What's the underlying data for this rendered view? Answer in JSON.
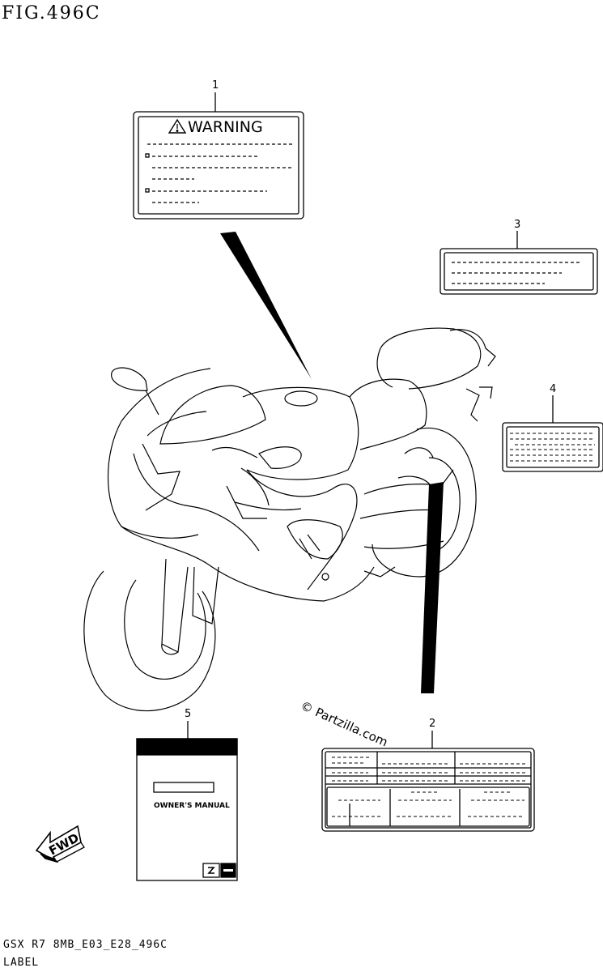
{
  "figure": {
    "title": "FIG.496C",
    "model_code": "GSX R7 8MB_E03_E28_496C",
    "section_label": "LABEL"
  },
  "callouts": [
    "1",
    "2",
    "3",
    "4",
    "5"
  ],
  "warning_label": {
    "heading": "WARNING",
    "icon": "warning-triangle-icon"
  },
  "owners_manual": {
    "title": "OWNER'S MANUAL",
    "icon": "suzuki-logo-icon"
  },
  "direction": {
    "text": "FWD",
    "icon": "forward-arrow-icon"
  },
  "watermark": "© Partzilla.com"
}
